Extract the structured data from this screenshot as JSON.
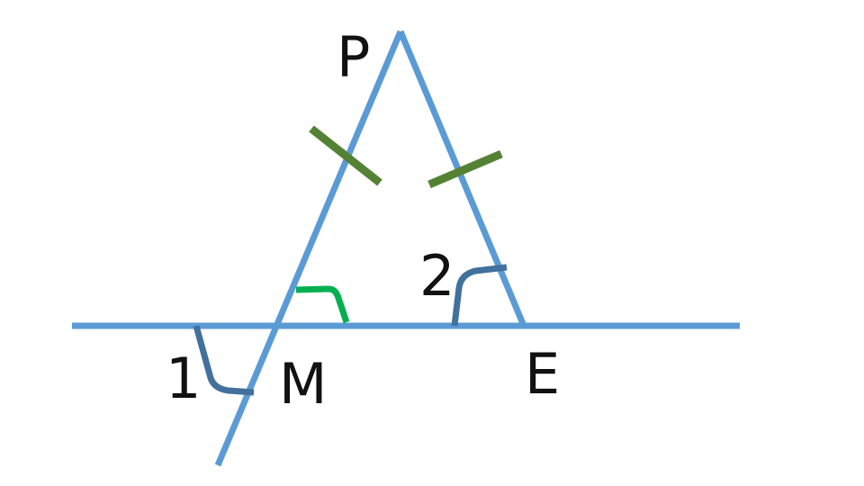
{
  "labels": {
    "vertex_top": "P",
    "vertex_left": "M",
    "vertex_right": "E",
    "angle_one": "1",
    "angle_two": "2"
  },
  "colors": {
    "line": "#5b9bd5",
    "tick_mark": "#548235",
    "angle_arc_dark": "#41719c",
    "angle_arc_green": "#00b050",
    "text": "#111111",
    "background": "#ffffff"
  }
}
